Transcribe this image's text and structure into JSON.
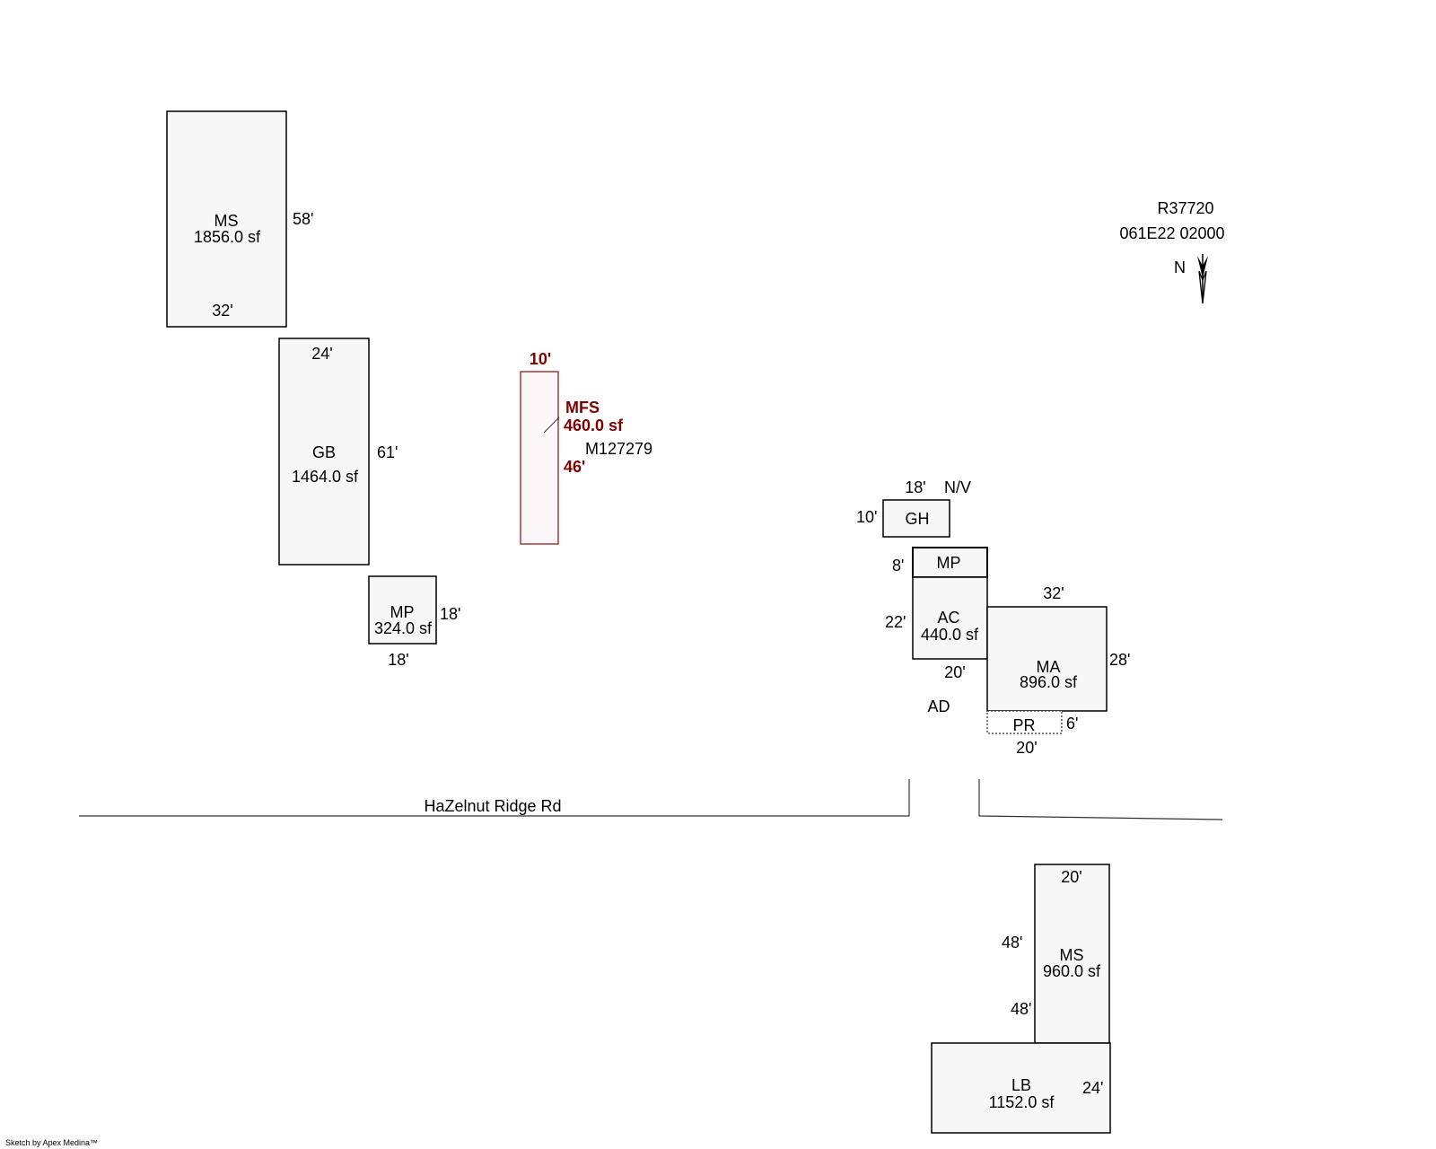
{
  "parcel": {
    "id": "R37720",
    "map_number": "061E22 02000",
    "north_label": "N"
  },
  "road": {
    "name": "HaZelnut Ridge Rd"
  },
  "footer": {
    "credit": "Sketch by Apex Medina™"
  },
  "note": {
    "nv": "N/V",
    "ad": "AD",
    "mfs_id": "M127279"
  },
  "buildings": {
    "ms_top": {
      "code": "MS",
      "area": "1856.0 sf",
      "dim_right": "58'",
      "dim_bottom": "32'"
    },
    "gb": {
      "code": "GB",
      "area": "1464.0 sf",
      "dim_top": "24'",
      "dim_right": "61'"
    },
    "mp_left": {
      "code": "MP",
      "area": "324.0 sf",
      "dim_right": "18'",
      "dim_bottom": "18'"
    },
    "mfs": {
      "code": "MFS",
      "area": "460.0 sf",
      "dim_top": "10'",
      "dim_side": "46'"
    },
    "gh": {
      "code": "GH",
      "dim_top": "18'",
      "dim_left": "10'"
    },
    "mp_right": {
      "code": "MP",
      "dim_left": "8'"
    },
    "ac": {
      "code": "AC",
      "area": "440.0 sf",
      "dim_left": "22'",
      "dim_bottom": "20'"
    },
    "ma": {
      "code": "MA",
      "area": "896.0 sf",
      "dim_top": "32'",
      "dim_right": "28'"
    },
    "pr": {
      "code": "PR",
      "dim_right": "6'",
      "dim_bottom": "20'"
    },
    "ms_bottom": {
      "code": "MS",
      "area": "960.0 sf",
      "dim_top": "20'",
      "dim_left_a": "48'",
      "dim_left_b": "48'"
    },
    "lb": {
      "code": "LB",
      "area": "1152.0 sf",
      "dim_right": "24'"
    }
  },
  "colors": {
    "line": "#000000",
    "fill": "#f7f7f7",
    "accent": "#800000"
  }
}
